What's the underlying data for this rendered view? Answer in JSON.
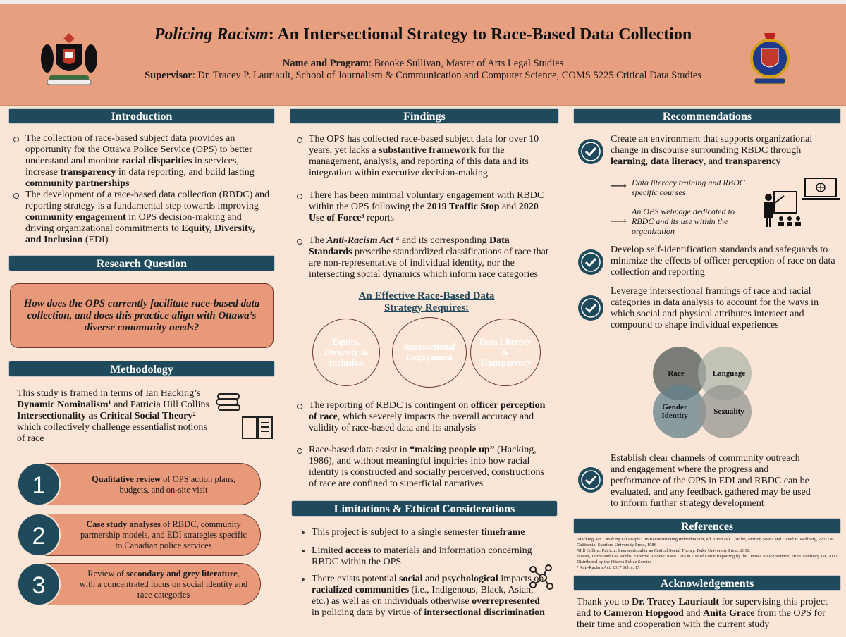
{
  "header": {
    "title_italic": "Policing Racism",
    "title_rest": ": An Intersectional Strategy to Race-Based Data Collection",
    "name_line": [
      [
        "Name and Program",
        "b"
      ],
      [
        ": Brooke Sullivan, Master of Arts Legal Studies",
        ""
      ]
    ],
    "supervisor_line": [
      [
        "Supervisor",
        "b"
      ],
      [
        ": Dr. Tracey P. Lauriault, School of Journalism & Communication and Computer Science, COMS 5225 Critical Data Studies",
        ""
      ]
    ],
    "left_logo": "Carleton University coat of arms",
    "right_logo": "Ottawa Police Service crest"
  },
  "introduction": {
    "title": "Introduction",
    "bullets": [
      [
        [
          "The collection of race-based subject data provides an opportunity for the Ottawa Police Service (OPS) to better understand and monitor ",
          ""
        ],
        [
          "racial disparities",
          "b"
        ],
        [
          " in services, increase ",
          ""
        ],
        [
          "transparency",
          "b"
        ],
        [
          " in data reporting, and build lasting ",
          ""
        ],
        [
          "community partnerships",
          "b"
        ]
      ],
      [
        [
          "The development of a race-based data collection (RBDC) and reporting strategy is a fundamental step towards improving ",
          ""
        ],
        [
          "community engagement",
          "b"
        ],
        [
          " in OPS decision-making and driving organizational commitments to ",
          ""
        ],
        [
          "Equity, Diversity, and Inclusion",
          "b"
        ],
        [
          " (EDI)",
          ""
        ]
      ]
    ]
  },
  "research_question": {
    "title": "Research Question",
    "text": "How does the OPS currently facilitate race-based data collection, and does this practice align with Ottawa’s diverse community needs?"
  },
  "methodology": {
    "title": "Methodology",
    "text": [
      [
        "This study is framed in terms of Ian Hacking’s ",
        ""
      ],
      [
        "Dynamic Nominalism¹",
        "b"
      ],
      [
        " and Patricia Hill Collins ",
        ""
      ],
      [
        "Intersectionality as Critical Social Theory²",
        "b"
      ],
      [
        " which collectively challenge essentialist notions of race",
        ""
      ]
    ],
    "steps": [
      {
        "num": "1",
        "text": [
          [
            "Qualitative review",
            "b"
          ],
          [
            " of OPS action plans, budgets, and on-site visit",
            ""
          ]
        ]
      },
      {
        "num": "2",
        "text": [
          [
            "Case study analyses",
            "b"
          ],
          [
            " of RBDC, community partnership models, and EDI strategies specific to Canadian police services",
            ""
          ]
        ]
      },
      {
        "num": "3",
        "text": [
          [
            "Review of ",
            ""
          ],
          [
            "secondary and grey literature",
            "b"
          ],
          [
            ", with a concentrated focus on social identity and race categories",
            ""
          ]
        ]
      }
    ]
  },
  "findings": {
    "title": "Findings",
    "bullets_top": [
      [
        [
          "The OPS has collected race-based subject data for over 10 years, yet lacks a ",
          ""
        ],
        [
          "substantive framework",
          "b"
        ],
        [
          " for the management, analysis, and reporting of this data and its integration within executive decision-making",
          ""
        ]
      ],
      [
        [
          "There has been minimal voluntary engagement with RBDC within the OPS following the ",
          ""
        ],
        [
          "2019 Traffic Stop",
          "b"
        ],
        [
          " and ",
          ""
        ],
        [
          "2020 Use of Force³",
          "b"
        ],
        [
          " reports",
          ""
        ]
      ],
      [
        [
          "The ",
          ""
        ],
        [
          "Anti-Racism Act",
          "bi"
        ],
        [
          " ⁴ and its corresponding ",
          ""
        ],
        [
          "Data Standards",
          "b"
        ],
        [
          " prescribe standardized classifications of race that are non-representative of individual identity, nor the intersecting social dynamics which inform race categories",
          ""
        ]
      ]
    ],
    "strategy_title": "An Effective Race-Based Data Strategy Requires:",
    "strategy_circles": [
      {
        "label": "Equity, Diversity & Inclusion",
        "color": "#e0977a"
      },
      {
        "label": "Intersectional Engagement",
        "color": "#c87032"
      },
      {
        "label": "Data Literacy & Transparency",
        "color": "#b36a45"
      }
    ],
    "bullets_bottom": [
      [
        [
          "The reporting of RBDC is contingent on ",
          ""
        ],
        [
          "officer perception of race",
          "b"
        ],
        [
          ", which severely impacts the overall accuracy and validity of race-based data and its analysis",
          ""
        ]
      ],
      [
        [
          "Race-based data assist in ",
          ""
        ],
        [
          "“making people up”",
          "b"
        ],
        [
          " (Hacking, 1986), and without meaningful inquiries into how racial identity is constructed and socially perceived, constructions of race are confined to superficial narratives",
          ""
        ]
      ]
    ]
  },
  "limitations": {
    "title": "Limitations & Ethical Considerations",
    "bullets": [
      [
        [
          "This project is subject to a single semester ",
          ""
        ],
        [
          "timeframe",
          "b"
        ]
      ],
      [
        [
          "Limited ",
          ""
        ],
        [
          "access",
          "b"
        ],
        [
          " to materials and information concerning RBDC within the OPS",
          ""
        ]
      ],
      [
        [
          "There exists potential ",
          ""
        ],
        [
          "social",
          "b"
        ],
        [
          " and ",
          ""
        ],
        [
          "psychological",
          "b"
        ],
        [
          " impacts on ",
          ""
        ],
        [
          "racialized communities",
          "b"
        ],
        [
          " (i.e., Indigenous, Black, Asian, etc.) as well as on individuals otherwise ",
          ""
        ],
        [
          "overrepresented",
          "b"
        ],
        [
          " in policing data by virtue of ",
          ""
        ],
        [
          "intersectional discrimination",
          "b"
        ]
      ]
    ]
  },
  "recommendations": {
    "title": "Recommendations",
    "items": [
      [
        [
          "Create an environment that supports organizational change in discourse surrounding RBDC through ",
          ""
        ],
        [
          "learning",
          "b"
        ],
        [
          ", ",
          ""
        ],
        [
          "data literacy",
          "b"
        ],
        [
          ", and ",
          ""
        ],
        [
          "transparency",
          "b"
        ]
      ],
      [
        [
          "Develop self-identification standards and safeguards to minimize the effects of officer perception of race on data collection and reporting",
          ""
        ]
      ],
      [
        [
          "Leverage intersectional framings of race and racial categories in data analysis to account for the ways in which social and physical attributes intersect and compound to shape individual experiences",
          ""
        ]
      ],
      [
        [
          "Establish clear channels of community outreach and engagement where the progress and performance of the OPS in EDI and RBDC can be evaluated, and any feedback gathered may be used to inform further strategy development",
          ""
        ]
      ]
    ],
    "sub_items": [
      "Data literacy training and RBDC specific courses",
      "An OPS webpage dedicated to RBDC and its use within the organization"
    ],
    "arrow": "⟶",
    "venn": [
      "Race",
      "Language",
      "Gender Identity",
      "Sexuality"
    ]
  },
  "references": {
    "title": "References",
    "items": [
      "¹Hacking, Ian. \"Making Up People\". In Reconstructing Individualism, ed. Thomas C. Heller, Morton Sosna and David E. Wellbery, 222-236. California: Stanford University Press, 1986",
      "²Hill Collins, Patricia. Intersectionality as Critical Social Theory. Duke University Press, 2019.",
      "³Foster, Lorne and Les Jacobs. External Review: Race Data in Use of Force Reporting by the Ottawa Police Service, 2020. February 1st, 2022. Distributed by the Ottawa Police Service",
      "⁴ Anti-Racism Act, 2017 SO, c. 15"
    ]
  },
  "acknowledgements": {
    "title": "Acknowledgements",
    "text": [
      [
        "Thank you to ",
        ""
      ],
      [
        "Dr. Tracey Lauriault",
        "b"
      ],
      [
        " for supervising this project and to ",
        ""
      ],
      [
        "Cameron Hopgood",
        "b"
      ],
      [
        " and ",
        ""
      ],
      [
        "Anita Grace",
        "b"
      ],
      [
        " from the OPS for their time and cooperation with the current study",
        ""
      ]
    ]
  },
  "colors": {
    "header": "#e89f80",
    "background": "#fbe5d6",
    "section": "#1f4a5c",
    "accent": "#e8997a"
  }
}
